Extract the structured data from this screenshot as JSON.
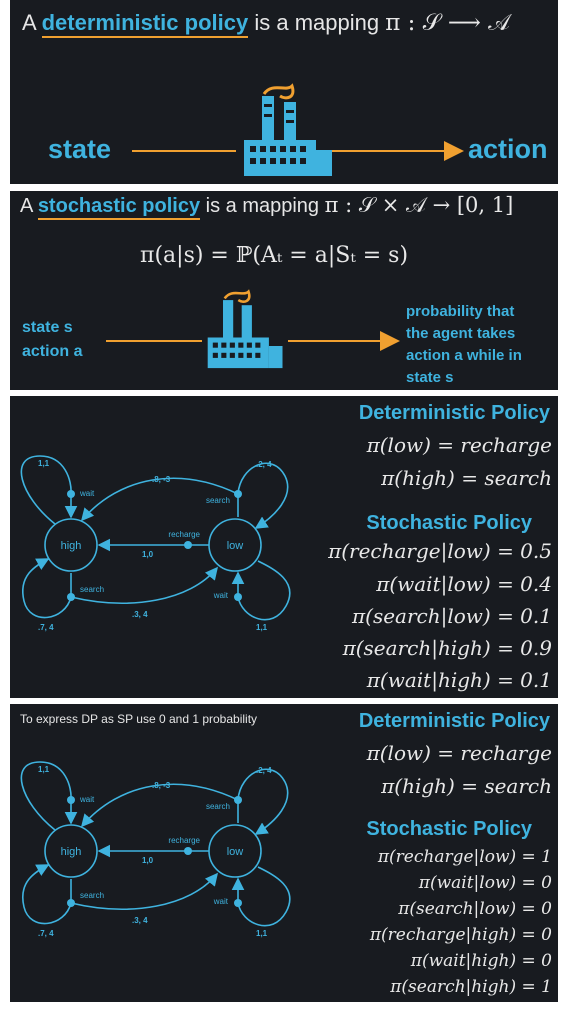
{
  "panel1": {
    "prefix": "A",
    "term": "deterministic policy",
    "middle": "is a mapping",
    "formula": "π : 𝒮 ⟶ 𝒜",
    "state_label": "state",
    "action_label": "action"
  },
  "panel2": {
    "prefix": "A",
    "term": "stochastic policy",
    "middle": "is a mapping",
    "formula": "π : 𝒮 × 𝒜 → [0, 1]",
    "equation": "π(a|s) = ℙ(Aₜ = a|Sₜ = s)",
    "input_line1": "state s",
    "input_line2": "action a",
    "output_lines": [
      "probability that",
      "the agent takes",
      "action a while in",
      "state s"
    ]
  },
  "diagram": {
    "nodes": {
      "high": "high",
      "low": "low"
    },
    "actions": {
      "wait": "wait",
      "search": "search",
      "recharge": "recharge"
    },
    "edge_labels": {
      "high_self_wait": "1,1",
      "high_self_search": ".7, 4",
      "low_self_search": ".2, 4",
      "low_self_wait": "1,1",
      "low_to_high_search": ".8, -3",
      "recharge": "1,0",
      "high_to_low_search": ".3, 4"
    }
  },
  "panel3": {
    "det_title": "Deterministic Policy",
    "det_eqs": [
      "π(low) = recharge",
      "π(high) = search"
    ],
    "sto_title": "Stochastic Policy",
    "sto_eqs": [
      "π(recharge|low) = 0.5",
      "π(wait|low) = 0.4",
      "π(search|low) = 0.1",
      "π(search|high) = 0.9",
      "π(wait|high) = 0.1"
    ]
  },
  "panel4": {
    "note": "To express DP as SP use 0 and 1 probability",
    "det_title": "Deterministic Policy",
    "det_eqs": [
      "π(low) = recharge",
      "π(high) = search"
    ],
    "sto_title": "Stochastic Policy",
    "sto_eqs": [
      "π(recharge|low) = 1",
      "π(wait|low) = 0",
      "π(search|low) = 0",
      "π(recharge|high) = 0",
      "π(wait|high) = 0",
      "π(search|high) = 1"
    ]
  },
  "colors": {
    "panel_bg": "#181b20",
    "accent_blue": "#3fb3df",
    "accent_orange": "#f0a030"
  }
}
